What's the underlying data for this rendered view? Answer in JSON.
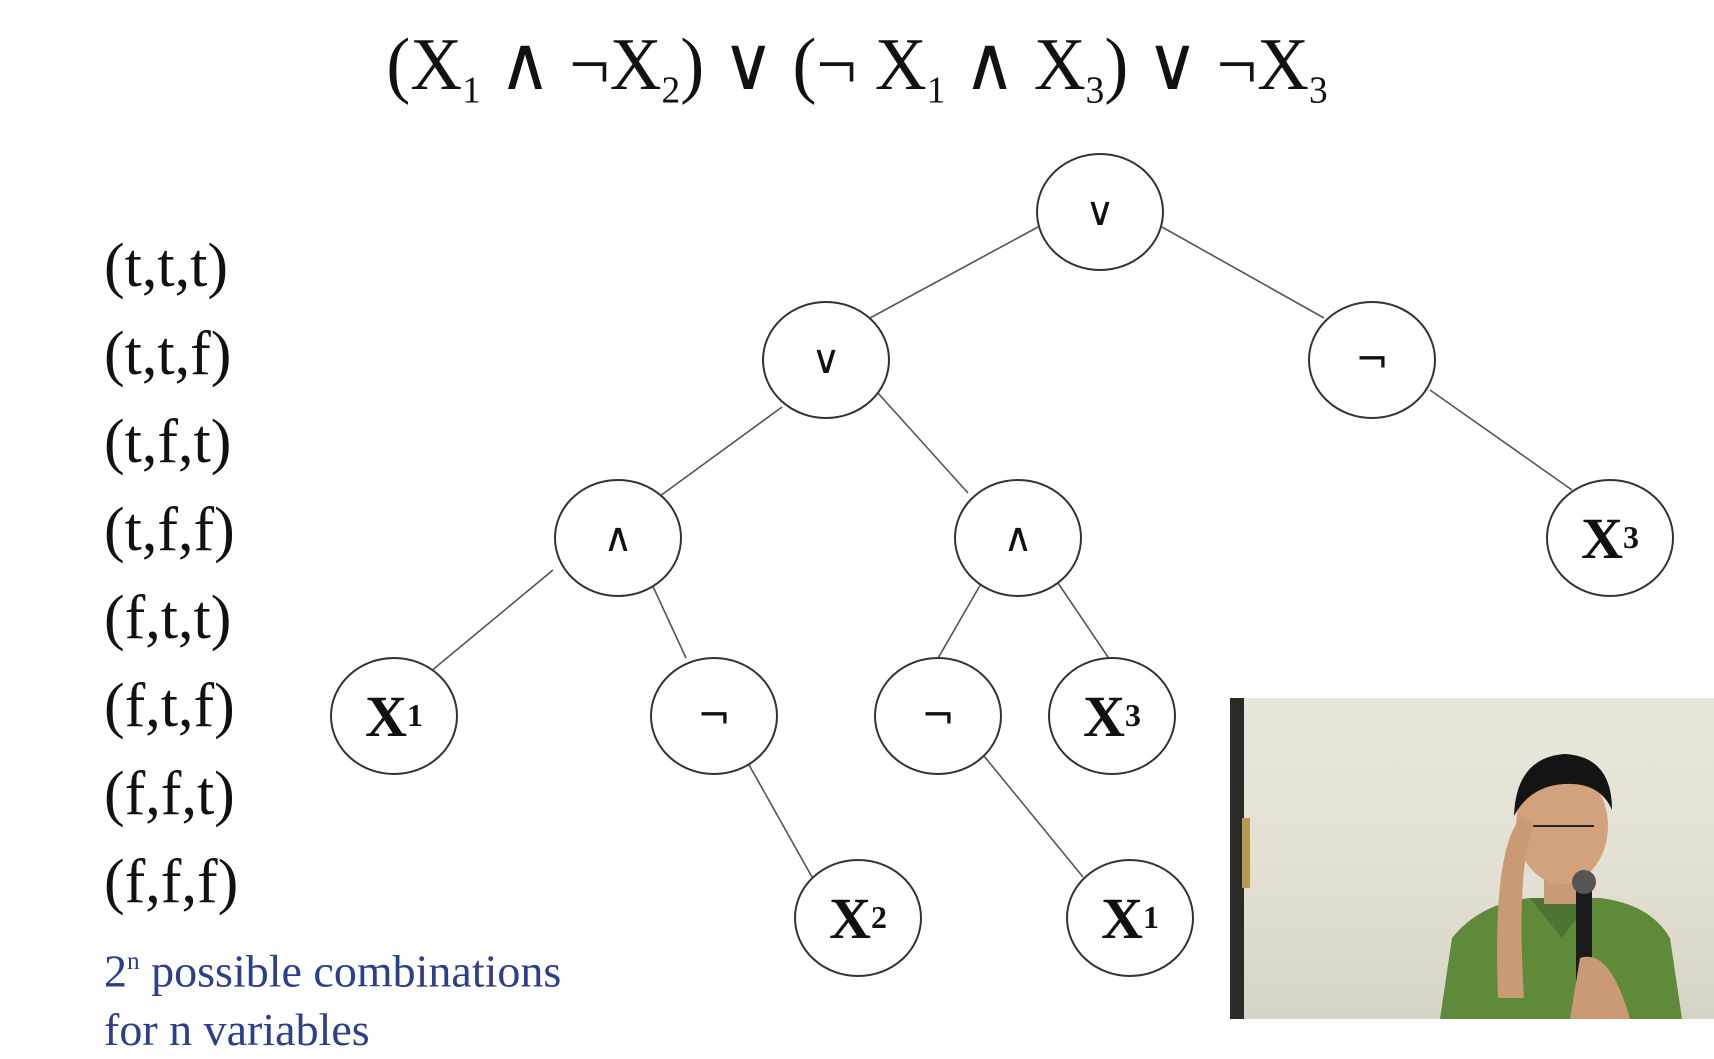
{
  "formula": {
    "open1": "(",
    "x1a": "X",
    "s1a": "1",
    "and1": " ∧ ¬",
    "x2": "X",
    "s2": "2",
    "close1": ") ∨ (¬ ",
    "x1b": "X",
    "s1b": "1",
    "and2": " ∧ ",
    "x3a": "X",
    "s3a": "3",
    "close2": ") ∨ ¬",
    "x3b": "X",
    "s3b": "3"
  },
  "combinations": [
    "(t,t,t)",
    "(t,t,f)",
    "(t,f,t)",
    "(t,f,f)",
    "(f,t,t)",
    "(f,t,f)",
    "(f,f,t)",
    "(f,f,f)"
  ],
  "note": {
    "base": "2",
    "exp": "n",
    "line1": " possible combinations",
    "line2": "for n variables"
  },
  "tree": {
    "or_root": "∨",
    "or_left": "∨",
    "not_right": "¬",
    "and_left": "∧",
    "and_mid": "∧",
    "var_x3_right": {
      "name": "X",
      "sub": "3"
    },
    "var_x1_left": {
      "name": "X",
      "sub": "1"
    },
    "not_x2": "¬",
    "not_x1": "¬",
    "var_x3_mid": {
      "name": "X",
      "sub": "3"
    },
    "var_x2": {
      "name": "X",
      "sub": "2"
    },
    "var_x1_bottom": {
      "name": "X",
      "sub": "1"
    }
  },
  "colors": {
    "note": "#2c3f8a",
    "shirt": "#5e8a3a",
    "background": "#ffffff"
  }
}
